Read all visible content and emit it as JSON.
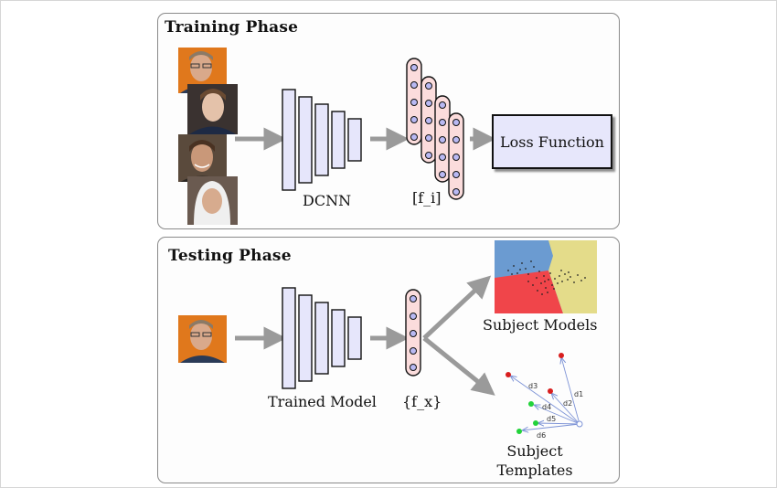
{
  "training_phase": {
    "title": "Training Phase",
    "dcnn_label": "DCNN",
    "feature_label": "[f_i]",
    "loss_function_label": "Loss Function"
  },
  "testing_phase": {
    "title": "Testing Phase",
    "trained_model_label": "Trained Model",
    "feature_label": "{f_x}",
    "subject_models_label": "Subject Models",
    "subject_templates_label": "Subject Templates",
    "distance_labels": [
      "d1",
      "d2",
      "d3",
      "d4",
      "d5",
      "d6"
    ]
  },
  "colors": {
    "layer_fill": "#e6e6fb",
    "feature_fill": "#fbdcdc",
    "node_fill": "#b9b9f3",
    "arrow": "#9a9a9a",
    "region_blue": "#6b9bd1",
    "region_red": "#f0454a",
    "region_yellow": "#e4dc8a",
    "point_red": "#d81e1e",
    "point_green": "#22d33a",
    "distance_line": "#7d93d6"
  }
}
